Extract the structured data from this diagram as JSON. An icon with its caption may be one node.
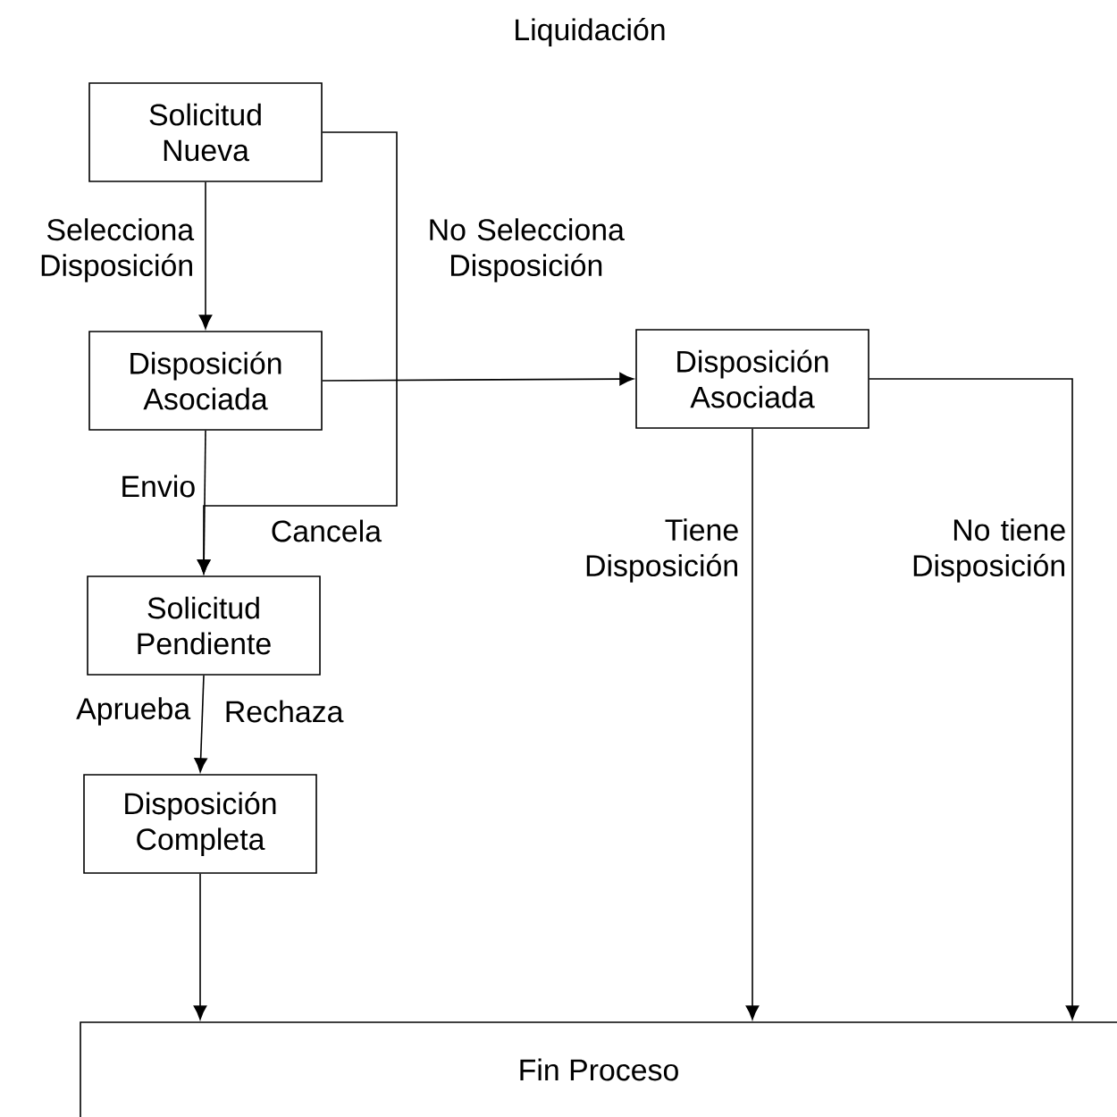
{
  "diagram": {
    "title": "Liquidación",
    "nodes": [
      {
        "text": [
          "Solicitud Nueva"
        ]
      },
      {
        "text": [
          "Disposición Asociada"
        ]
      },
      {
        "text": [
          "Solicitud Pendiente"
        ]
      },
      {
        "text": [
          "Disposición Completa"
        ]
      },
      {
        "text": [
          "Disposición Asociada"
        ]
      },
      {
        "text": [
          "Fin Proceso"
        ]
      }
    ],
    "edges": [
      {
        "from": 0,
        "to": 1,
        "arrow": "to",
        "label": "Selecciona Disposición"
      },
      {
        "from": 0,
        "to": 2,
        "arrow": "to",
        "label": "No Selecciona Disposición"
      },
      {
        "from": 1,
        "to": 2,
        "arrow": "to",
        "label": "Envio"
      },
      {
        "from": 2,
        "to": 3,
        "arrow": "to",
        "label": "Aprueba"
      },
      {
        "from": 1,
        "to": 4,
        "arrow": "to"
      },
      {
        "from": 4,
        "to": 5,
        "arrow": "to",
        "label": "Tiene Disposición"
      },
      {
        "from": 4,
        "to": 5,
        "arrow": "to",
        "label": "No tiene Disposición"
      },
      {
        "from": 3,
        "to": 5,
        "arrow": "to"
      }
    ],
    "labels": [
      "Cancela",
      "Rechaza"
    ]
  }
}
